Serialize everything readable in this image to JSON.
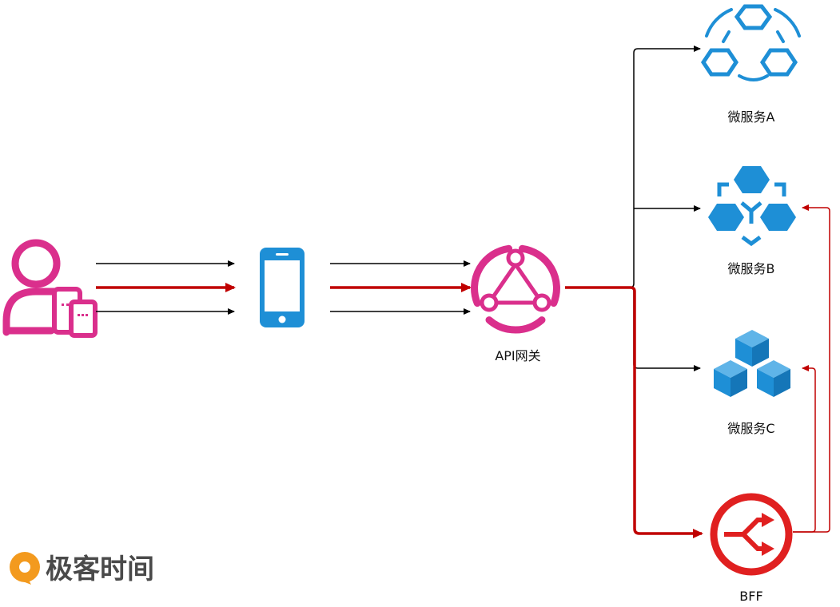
{
  "nodes": {
    "gateway": {
      "label": "API网关"
    },
    "service_a": {
      "label": "微服务A"
    },
    "service_b": {
      "label": "微服务B"
    },
    "service_c": {
      "label": "微服务C"
    },
    "bff": {
      "label": "BFF"
    }
  },
  "brand": {
    "name": "极客时间"
  },
  "colors": {
    "pink": "#DA2F8C",
    "blue": "#1E8FD6",
    "red": "#E02020",
    "dark_red": "#C00000",
    "black": "#000000"
  }
}
